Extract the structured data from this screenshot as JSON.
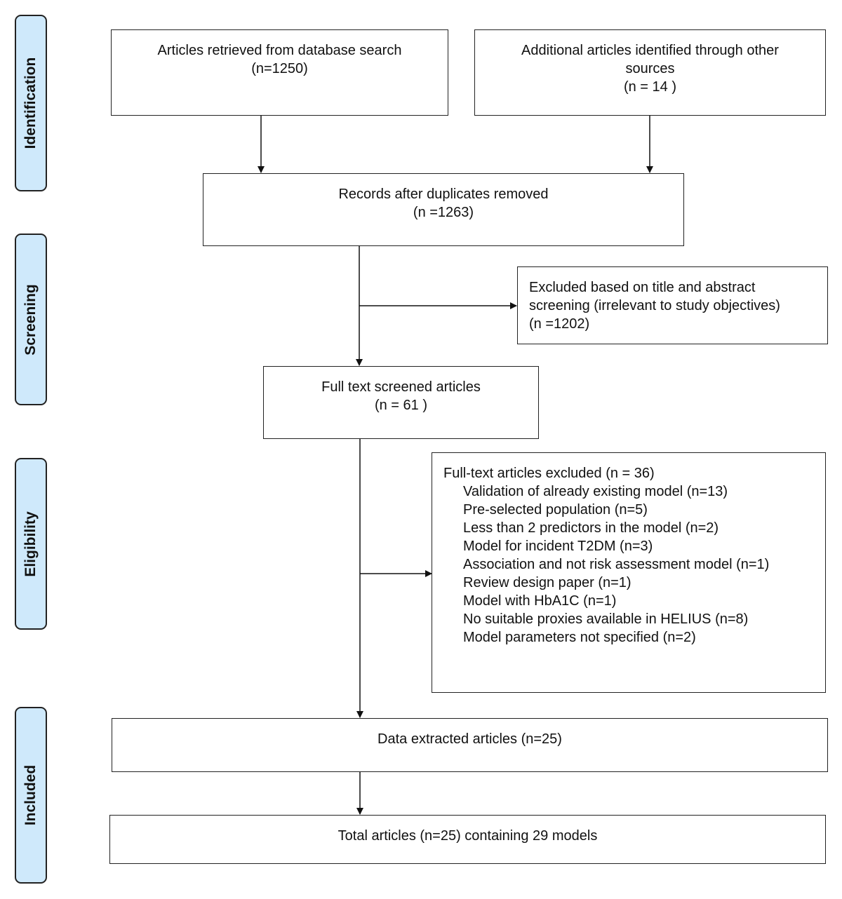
{
  "phases": {
    "identification": "Identification",
    "screening": "Screening",
    "eligibility": "Eligibility",
    "included": "Included"
  },
  "boxes": {
    "database_search": {
      "line1": "Articles retrieved from database search",
      "line2": "(n=1250)"
    },
    "other_sources": {
      "line1": "Additional articles identified through other",
      "line2": "sources",
      "line3": "(n = 14 )"
    },
    "duplicates_removed": {
      "line1": "Records after duplicates removed",
      "line2": "(n =1263)"
    },
    "title_abstract_excluded": {
      "line1": "Excluded based on title and abstract",
      "line2": "screening (irrelevant to study objectives)",
      "line3": "(n =1202)"
    },
    "full_text_screened": {
      "line1": "Full text screened articles",
      "line2": "(n = 61 )"
    },
    "full_text_excluded": {
      "heading": "Full-text articles excluded (n = 36)",
      "reasons": [
        "Validation of already existing model (n=13)",
        "Pre-selected population (n=5)",
        "Less than 2 predictors in the model (n=2)",
        "Model for incident T2DM (n=3)",
        "Association and not risk assessment model (n=1)",
        "Review design paper (n=1)",
        "Model with HbA1C (n=1)",
        "No suitable proxies available in HELIUS (n=8)",
        "Model parameters not specified (n=2)"
      ]
    },
    "data_extracted": {
      "line1": "Data extracted articles (n=25)"
    },
    "total_articles": {
      "line1": "Total articles (n=25) containing 29 models"
    }
  },
  "colors": {
    "phase_fill": "#cfe9fb",
    "stroke": "#222222"
  }
}
